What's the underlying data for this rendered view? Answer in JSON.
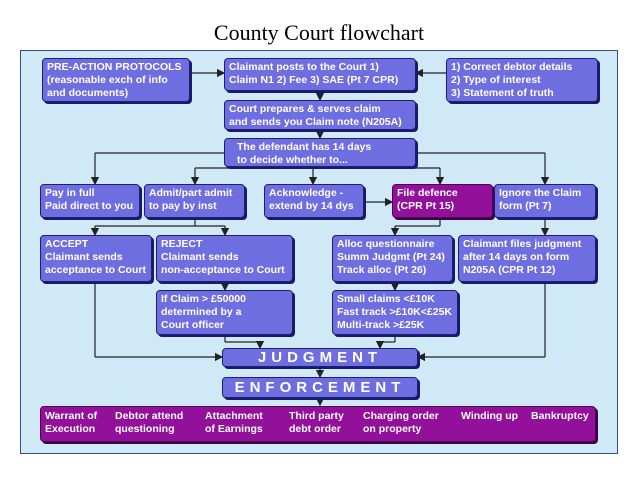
{
  "title": "County Court flowchart",
  "boxes": {
    "pre_action": "PRE-ACTION PROTOCOLS\n(reasonable exch of info\nand documents)",
    "claimant_posts": "Claimant posts to the Court 1)\nClaim N1 2) Fee 3) SAE (Pt 7 CPR)",
    "correct_details": "1) Correct debtor details\n2) Type of interest\n3) Statement of truth",
    "court_prepares": "Court prepares & serves claim\nand sends you Claim note (N205A)",
    "defendant_14": "The defendant has 14 days\nto decide whether to...",
    "pay_in_full": "Pay in full\nPaid direct to you",
    "admit_part": "Admit/part admit\nto pay by inst",
    "acknowledge": "Acknowledge -\nextend by 14 dys",
    "file_defence": "File defence\n(CPR Pt 15)",
    "ignore_claim": "Ignore the Claim\nform (Pt 7)",
    "accept": "ACCEPT\nClaimant sends\nacceptance to Court",
    "reject": "REJECT\nClaimant sends\nnon-acceptance to Court",
    "alloc_q": "Alloc questionnaire\nSumm Judgmt (Pt 24)\nTrack alloc (Pt 26)",
    "files_judgment": "Claimant files judgment\nafter 14 days on form\nN205A (CPR Pt 12)",
    "if_claim": "If Claim > £50000\ndetermined by a\nCourt officer",
    "tracks": "Small claims <£10K\nFast track >£10K<£25K\nMulti-track >£25K",
    "judgment": "JUDGMENT",
    "enforcement": "ENFORCEMENT"
  },
  "enforcement_items": [
    "Warrant of\nExecution",
    "Debtor attend\nquestioning",
    "Attachment\nof Earnings",
    "Third party\ndebt order",
    "Charging order\non property",
    "Winding up",
    "Bankruptcy"
  ],
  "colors": {
    "box": "#6e6ee0",
    "highlight": "#93119a",
    "panel": "#cfe9f7"
  }
}
